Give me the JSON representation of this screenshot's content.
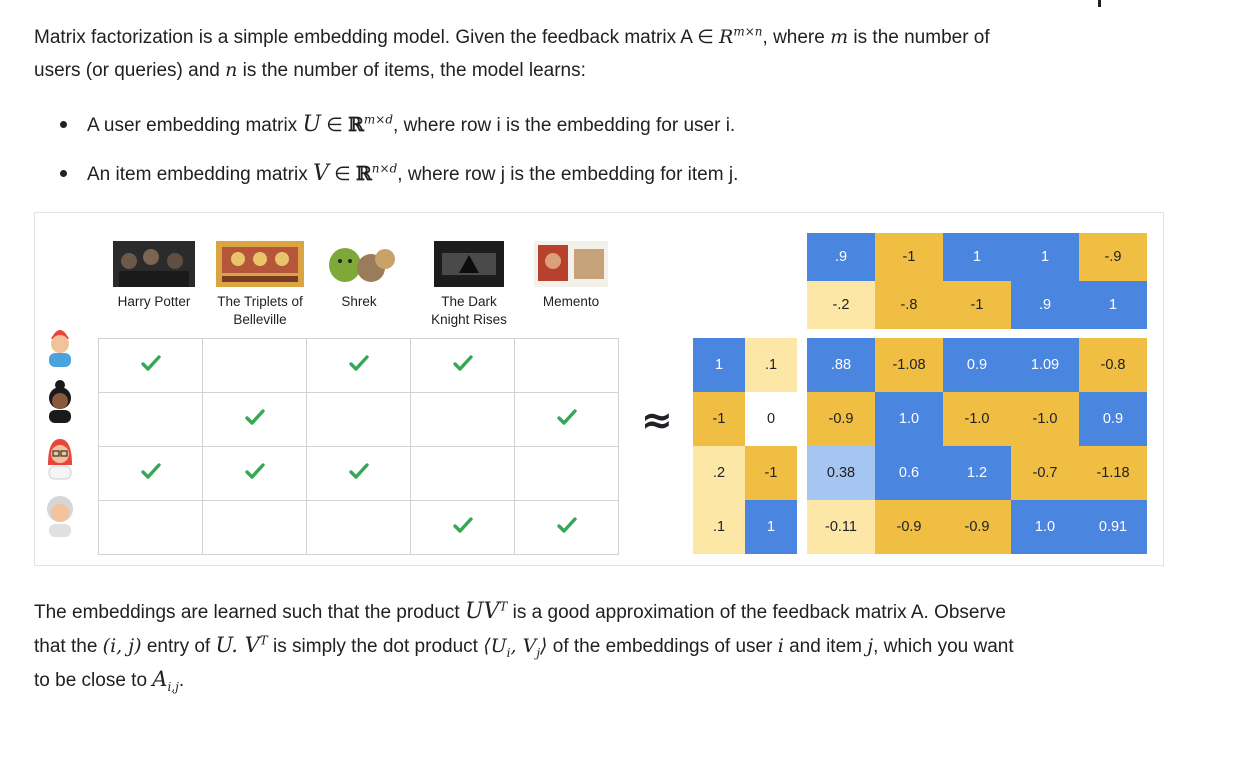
{
  "intro": {
    "line1_prefix": "Matrix factorization is a simple embedding model. Given the feedback matrix A ∈ ",
    "line1_R": "R",
    "line1_sup": "m×n",
    "line1_mid": ", where ",
    "line1_m": "m",
    "line1_suffix": " is the number of",
    "line2_prefix": "users (or queries) and ",
    "line2_n": "n",
    "line2_suffix": " is the number of items, the model learns:"
  },
  "bullets": [
    {
      "prefix": "A user embedding matrix ",
      "var": "U",
      "in": " ∈ ",
      "R": "ℝ",
      "sup": "m×d",
      "suffix": ", where row i is the embedding for user i."
    },
    {
      "prefix": "An item embedding matrix ",
      "var": "V",
      "in": " ∈ ",
      "R": "ℝ",
      "sup": "n×d",
      "suffix": ", where row j is the embedding for item j."
    }
  ],
  "figure": {
    "movies": [
      {
        "line1": "Harry Potter",
        "line2": ""
      },
      {
        "line1": "The Triplets of",
        "line2": "Belleville"
      },
      {
        "line1": "Shrek",
        "line2": ""
      },
      {
        "line1": "The Dark",
        "line2": "Knight Rises"
      },
      {
        "line1": "Memento",
        "line2": ""
      }
    ],
    "feedback": [
      [
        true,
        false,
        true,
        true,
        false
      ],
      [
        false,
        true,
        false,
        false,
        true
      ],
      [
        true,
        true,
        true,
        false,
        false
      ],
      [
        false,
        false,
        false,
        true,
        true
      ]
    ],
    "approx_symbol": "≈",
    "user_embeddings": [
      [
        {
          "v": "1",
          "c": "blue"
        },
        {
          "v": ".1",
          "c": "lyel"
        }
      ],
      [
        {
          "v": "-1",
          "c": "yel"
        },
        {
          "v": "0",
          "c": "white"
        }
      ],
      [
        {
          "v": ".2",
          "c": "lyel"
        },
        {
          "v": "-1",
          "c": "yel"
        }
      ],
      [
        {
          "v": ".1",
          "c": "lyel"
        },
        {
          "v": "1",
          "c": "blue"
        }
      ]
    ],
    "item_embeddings": [
      [
        {
          "v": ".9",
          "c": "blue"
        },
        {
          "v": "-1",
          "c": "yel"
        },
        {
          "v": "1",
          "c": "blue"
        },
        {
          "v": "1",
          "c": "blue"
        },
        {
          "v": "-.9",
          "c": "yel"
        }
      ],
      [
        {
          "v": "-.2",
          "c": "lyel"
        },
        {
          "v": "-.8",
          "c": "yel"
        },
        {
          "v": "-1",
          "c": "yel"
        },
        {
          "v": ".9",
          "c": "blue"
        },
        {
          "v": "1",
          "c": "blue"
        }
      ]
    ],
    "product": [
      [
        {
          "v": ".88",
          "c": "blue"
        },
        {
          "v": "-1.08",
          "c": "yel"
        },
        {
          "v": "0.9",
          "c": "blue"
        },
        {
          "v": "1.09",
          "c": "blue"
        },
        {
          "v": "-0.8",
          "c": "yel"
        }
      ],
      [
        {
          "v": "-0.9",
          "c": "yel"
        },
        {
          "v": "1.0",
          "c": "blue"
        },
        {
          "v": "-1.0",
          "c": "yel"
        },
        {
          "v": "-1.0",
          "c": "yel"
        },
        {
          "v": "0.9",
          "c": "blue"
        }
      ],
      [
        {
          "v": "0.38",
          "c": "lblue"
        },
        {
          "v": "0.6",
          "c": "blue"
        },
        {
          "v": "1.2",
          "c": "blue"
        },
        {
          "v": "-0.7",
          "c": "yel"
        },
        {
          "v": "-1.18",
          "c": "yel"
        }
      ],
      [
        {
          "v": "-0.11",
          "c": "lyel"
        },
        {
          "v": "-0.9",
          "c": "yel"
        },
        {
          "v": "-0.9",
          "c": "yel"
        },
        {
          "v": "1.0",
          "c": "blue"
        },
        {
          "v": "0.91",
          "c": "blue"
        }
      ]
    ]
  },
  "outro": {
    "l1_prefix": "The embeddings are learned such that the product ",
    "l1_prod": "UV",
    "l1_sup": "T",
    "l1_suffix": " is a good approximation of the feedback matrix A. Observe",
    "l2_prefix": "that the ",
    "l2_entry": "(i, j)",
    "l2_mid1": " entry of ",
    "l2_U": "U. V",
    "l2_sup": "T",
    "l2_mid2": " is simply the dot product ",
    "l2_dot": "⟨U",
    "l2_sub_i": "i",
    "l2_comma": ", V",
    "l2_sub_j": "j",
    "l2_close": "⟩",
    "l2_mid3": " of the embeddings of user ",
    "l2_i": "i",
    "l2_mid4": " and item ",
    "l2_j": "j",
    "l2_suffix": ", which you want",
    "l3_prefix": "to be close to ",
    "l3_A": "A",
    "l3_sub": "i,j",
    "l3_suffix": "."
  },
  "colors": {
    "blue": "#4a86e0",
    "yellow": "#f0be42",
    "light_yellow": "#fde7a7",
    "light_blue": "#a6c6f2",
    "check": "#34a853"
  }
}
